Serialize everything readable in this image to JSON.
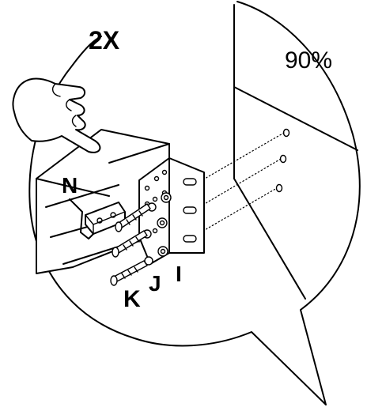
{
  "labels": {
    "quantity": "2X",
    "angle": "90%",
    "part_n": "N",
    "part_k": "K",
    "part_j": "J",
    "part_i": "I"
  }
}
